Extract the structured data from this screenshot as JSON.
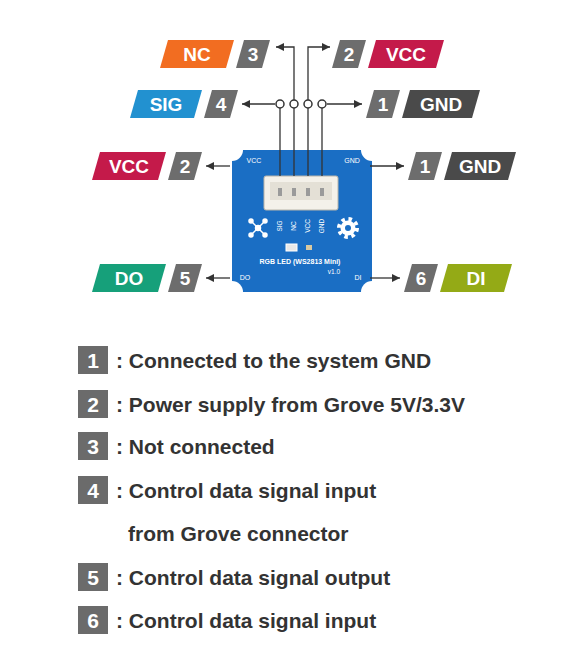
{
  "diagram": {
    "nodes": [
      {
        "text": [
          "NC"
        ]
      },
      {
        "text": [
          "3"
        ]
      },
      {
        "text": [
          "2"
        ]
      },
      {
        "text": [
          "VCC"
        ]
      },
      {
        "text": [
          "SIG"
        ]
      },
      {
        "text": [
          "4"
        ]
      },
      {
        "text": [
          "1"
        ]
      },
      {
        "text": [
          "GND"
        ]
      },
      {
        "text": [
          "VCC"
        ]
      },
      {
        "text": [
          "2"
        ]
      },
      {
        "text": [
          "1"
        ]
      },
      {
        "text": [
          "GND"
        ]
      },
      {
        "text": [
          "DO"
        ]
      },
      {
        "text": [
          "5"
        ]
      },
      {
        "text": [
          "6"
        ]
      },
      {
        "text": [
          "DI"
        ]
      },
      {
        "text": [
          "1"
        ]
      },
      {
        "text": [
          "2"
        ]
      },
      {
        "text": [
          "3"
        ]
      },
      {
        "text": [
          "4"
        ]
      },
      {
        "text": [
          "5"
        ]
      },
      {
        "text": [
          "6"
        ]
      }
    ],
    "labels": [
      "VCC",
      "GND",
      "SIG",
      "NC",
      "VCC",
      "GND",
      "RGB LED (WS2813 Mini)",
      "v1.0",
      "DO",
      "DI",
      ": Connected to the system GND",
      ": Power supply from Grove 5V/3.3V",
      ": Not connected",
      ": Control data signal input from Grove connector",
      ": Control data signal output",
      ": Control data signal input"
    ]
  }
}
